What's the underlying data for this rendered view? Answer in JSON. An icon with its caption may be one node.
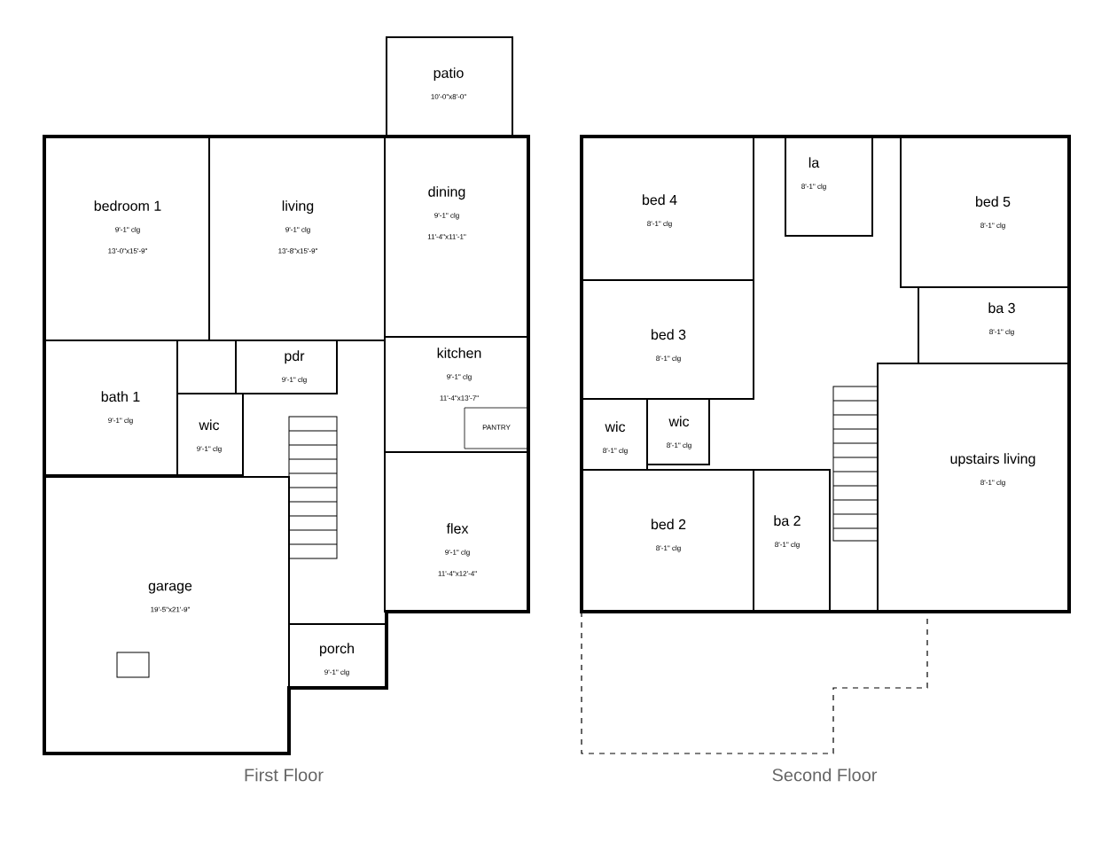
{
  "diagram": {
    "nodes": [
      {
        "text": [
          "patio",
          "10'-0\"x8'-0\""
        ]
      },
      {
        "text": [
          "bedroom 1",
          "9'-1\" clg",
          "13'-0\"x15'-9\""
        ]
      },
      {
        "text": [
          "living",
          "9'-1\" clg",
          "13'-8\"x15'-9\""
        ]
      },
      {
        "text": [
          "dining",
          "9'-1\" clg",
          "11'-4\"x11'-1\""
        ]
      },
      {
        "text": [
          "pdr",
          "9'-1\" clg"
        ]
      },
      {
        "text": [
          "kitchen",
          "9'-1\" clg",
          "11'-4\"x13'-7\""
        ]
      },
      {
        "text": [
          "bath 1",
          "9'-1\" clg"
        ]
      },
      {
        "text": [
          "wic",
          "9'-1\" clg"
        ]
      },
      {
        "text": [
          "PANTRY"
        ],
        "in": 5
      },
      {
        "text": [
          "flex",
          "9'-1\" clg",
          "11'-4\"x12'-4\""
        ]
      },
      {
        "text": [
          "garage",
          "19'-5\"x21'-9\""
        ]
      },
      {
        "text": [
          "porch",
          "9'-1\" clg"
        ]
      },
      {
        "text": [
          "bed 4",
          "8'-1\" clg"
        ]
      },
      {
        "text": [
          "la",
          "8'-1\" clg"
        ]
      },
      {
        "text": [
          "bed 5",
          "8'-1\" clg"
        ]
      },
      {
        "text": [
          "ba 3",
          "8'-1\" clg"
        ]
      },
      {
        "text": [
          "bed 3",
          "8'-1\" clg"
        ]
      },
      {
        "text": [
          "wic",
          "8'-1\" clg"
        ]
      },
      {
        "text": [
          "wic",
          "8'-1\" clg"
        ]
      },
      {
        "text": [
          "upstairs living",
          "8'-1\" clg"
        ]
      },
      {
        "text": [
          "ba 2",
          "8'-1\" clg"
        ]
      },
      {
        "text": [
          "bed 2",
          "8'-1\" clg"
        ]
      }
    ],
    "labels": [
      "First Floor",
      "Second Floor"
    ]
  }
}
